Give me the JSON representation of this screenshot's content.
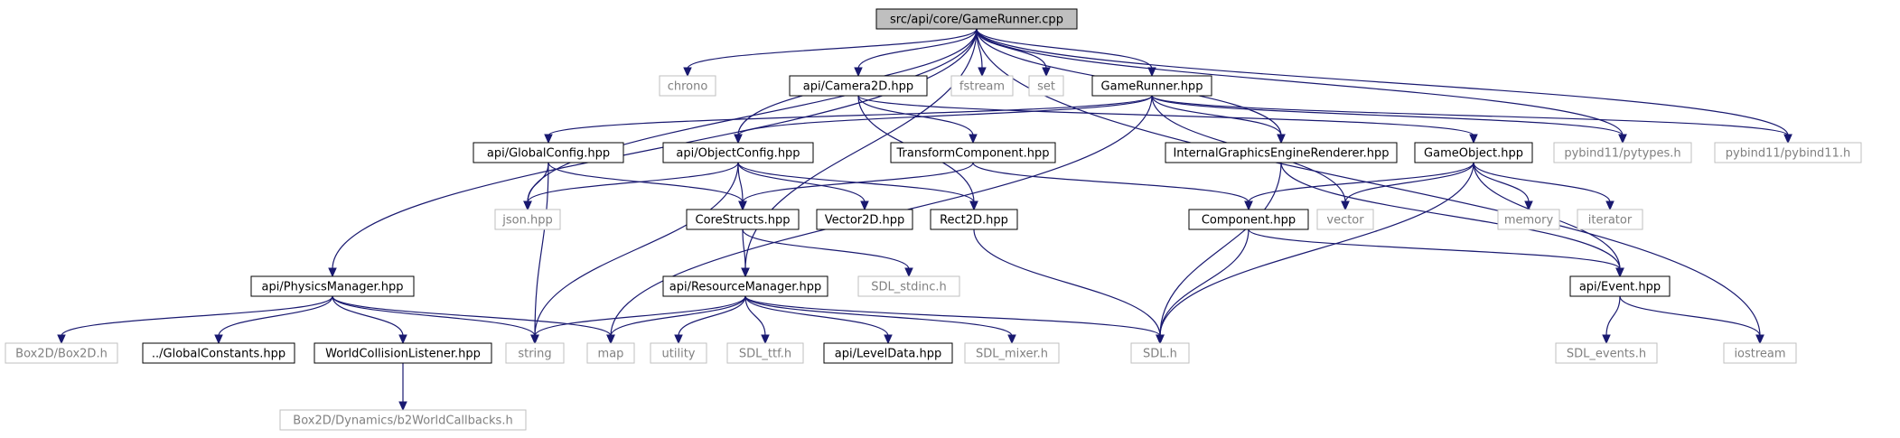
{
  "graph": {
    "nodes": [
      {
        "id": "root",
        "label": "src/api/core/GameRunner.cpp",
        "kind": "root"
      },
      {
        "id": "chrono",
        "label": "chrono",
        "kind": "external"
      },
      {
        "id": "camera",
        "label": "api/Camera2D.hpp",
        "kind": "internal"
      },
      {
        "id": "fstream",
        "label": "fstream",
        "kind": "external"
      },
      {
        "id": "set",
        "label": "set",
        "kind": "external"
      },
      {
        "id": "gamerunnerhpp",
        "label": "GameRunner.hpp",
        "kind": "internal"
      },
      {
        "id": "globalconfig",
        "label": "api/GlobalConfig.hpp",
        "kind": "internal"
      },
      {
        "id": "objectconfig",
        "label": "api/ObjectConfig.hpp",
        "kind": "internal"
      },
      {
        "id": "transform",
        "label": "TransformComponent.hpp",
        "kind": "internal"
      },
      {
        "id": "internalrenderer",
        "label": "InternalGraphicsEngineRenderer.hpp",
        "kind": "internal"
      },
      {
        "id": "gameobject",
        "label": "GameObject.hpp",
        "kind": "internal"
      },
      {
        "id": "pytypes",
        "label": "pybind11/pytypes.h",
        "kind": "external"
      },
      {
        "id": "pybind",
        "label": "pybind11/pybind11.h",
        "kind": "external"
      },
      {
        "id": "json",
        "label": "json.hpp",
        "kind": "external"
      },
      {
        "id": "corestructs",
        "label": "CoreStructs.hpp",
        "kind": "internal"
      },
      {
        "id": "vector2d",
        "label": "Vector2D.hpp",
        "kind": "internal"
      },
      {
        "id": "rect2d",
        "label": "Rect2D.hpp",
        "kind": "internal"
      },
      {
        "id": "component",
        "label": "Component.hpp",
        "kind": "internal"
      },
      {
        "id": "vector",
        "label": "vector",
        "kind": "external"
      },
      {
        "id": "memory",
        "label": "memory",
        "kind": "external"
      },
      {
        "id": "iterator",
        "label": "iterator",
        "kind": "external"
      },
      {
        "id": "physics",
        "label": "api/PhysicsManager.hpp",
        "kind": "internal"
      },
      {
        "id": "resource",
        "label": "api/ResourceManager.hpp",
        "kind": "internal"
      },
      {
        "id": "sdlstdinc",
        "label": "SDL_stdinc.h",
        "kind": "external"
      },
      {
        "id": "event",
        "label": "api/Event.hpp",
        "kind": "internal"
      },
      {
        "id": "box2d",
        "label": "Box2D/Box2D.h",
        "kind": "external"
      },
      {
        "id": "globalconst",
        "label": "../GlobalConstants.hpp",
        "kind": "internal"
      },
      {
        "id": "worldcoll",
        "label": "WorldCollisionListener.hpp",
        "kind": "internal"
      },
      {
        "id": "string",
        "label": "string",
        "kind": "external"
      },
      {
        "id": "map",
        "label": "map",
        "kind": "external"
      },
      {
        "id": "utility",
        "label": "utility",
        "kind": "external"
      },
      {
        "id": "sdlttf",
        "label": "SDL_ttf.h",
        "kind": "external"
      },
      {
        "id": "leveldata",
        "label": "api/LevelData.hpp",
        "kind": "internal"
      },
      {
        "id": "sdlmixer",
        "label": "SDL_mixer.h",
        "kind": "external"
      },
      {
        "id": "sdlh",
        "label": "SDL.h",
        "kind": "external"
      },
      {
        "id": "sdlevents",
        "label": "SDL_events.h",
        "kind": "external"
      },
      {
        "id": "iostream",
        "label": "iostream",
        "kind": "external"
      },
      {
        "id": "b2callbacks",
        "label": "Box2D/Dynamics/b2WorldCallbacks.h",
        "kind": "external"
      }
    ],
    "edges": [
      [
        "root",
        "chrono"
      ],
      [
        "root",
        "camera"
      ],
      [
        "root",
        "fstream"
      ],
      [
        "root",
        "set"
      ],
      [
        "root",
        "gamerunnerhpp"
      ],
      [
        "root",
        "objectconfig"
      ],
      [
        "root",
        "json"
      ],
      [
        "root",
        "physics"
      ],
      [
        "root",
        "resource"
      ],
      [
        "root",
        "internalrenderer"
      ],
      [
        "root",
        "pytypes"
      ],
      [
        "root",
        "pybind"
      ],
      [
        "root",
        "iostream"
      ],
      [
        "camera",
        "transform"
      ],
      [
        "camera",
        "rect2d"
      ],
      [
        "camera",
        "gameobject"
      ],
      [
        "gamerunnerhpp",
        "globalconfig"
      ],
      [
        "gamerunnerhpp",
        "objectconfig"
      ],
      [
        "gamerunnerhpp",
        "internalrenderer"
      ],
      [
        "gamerunnerhpp",
        "pytypes"
      ],
      [
        "gamerunnerhpp",
        "pybind"
      ],
      [
        "gamerunnerhpp",
        "vector"
      ],
      [
        "gamerunnerhpp",
        "map"
      ],
      [
        "globalconfig",
        "json"
      ],
      [
        "globalconfig",
        "corestructs"
      ],
      [
        "globalconfig",
        "string"
      ],
      [
        "objectconfig",
        "json"
      ],
      [
        "objectconfig",
        "corestructs"
      ],
      [
        "objectconfig",
        "vector2d"
      ],
      [
        "objectconfig",
        "rect2d"
      ],
      [
        "objectconfig",
        "string"
      ],
      [
        "transform",
        "corestructs"
      ],
      [
        "transform",
        "component"
      ],
      [
        "internalrenderer",
        "sdlh"
      ],
      [
        "internalrenderer",
        "event"
      ],
      [
        "gameobject",
        "component"
      ],
      [
        "gameobject",
        "vector"
      ],
      [
        "gameobject",
        "memory"
      ],
      [
        "gameobject",
        "iterator"
      ],
      [
        "gameobject",
        "event"
      ],
      [
        "gameobject",
        "sdlh"
      ],
      [
        "corestructs",
        "resource"
      ],
      [
        "corestructs",
        "sdlstdinc"
      ],
      [
        "rect2d",
        "sdlh"
      ],
      [
        "component",
        "sdlh"
      ],
      [
        "component",
        "event"
      ],
      [
        "physics",
        "box2d"
      ],
      [
        "physics",
        "globalconst"
      ],
      [
        "physics",
        "worldcoll"
      ],
      [
        "physics",
        "string"
      ],
      [
        "physics",
        "map"
      ],
      [
        "resource",
        "string"
      ],
      [
        "resource",
        "map"
      ],
      [
        "resource",
        "utility"
      ],
      [
        "resource",
        "sdlttf"
      ],
      [
        "resource",
        "leveldata"
      ],
      [
        "resource",
        "sdlmixer"
      ],
      [
        "resource",
        "sdlh"
      ],
      [
        "event",
        "sdlevents"
      ],
      [
        "event",
        "iostream"
      ],
      [
        "worldcoll",
        "b2callbacks"
      ]
    ]
  },
  "colors": {
    "edge": "#191970",
    "internal_border": "#000000",
    "external_border": "#bfbfbf",
    "root_fill": "#bfbfbf",
    "internal_text": "#000000",
    "external_text": "#808080"
  }
}
